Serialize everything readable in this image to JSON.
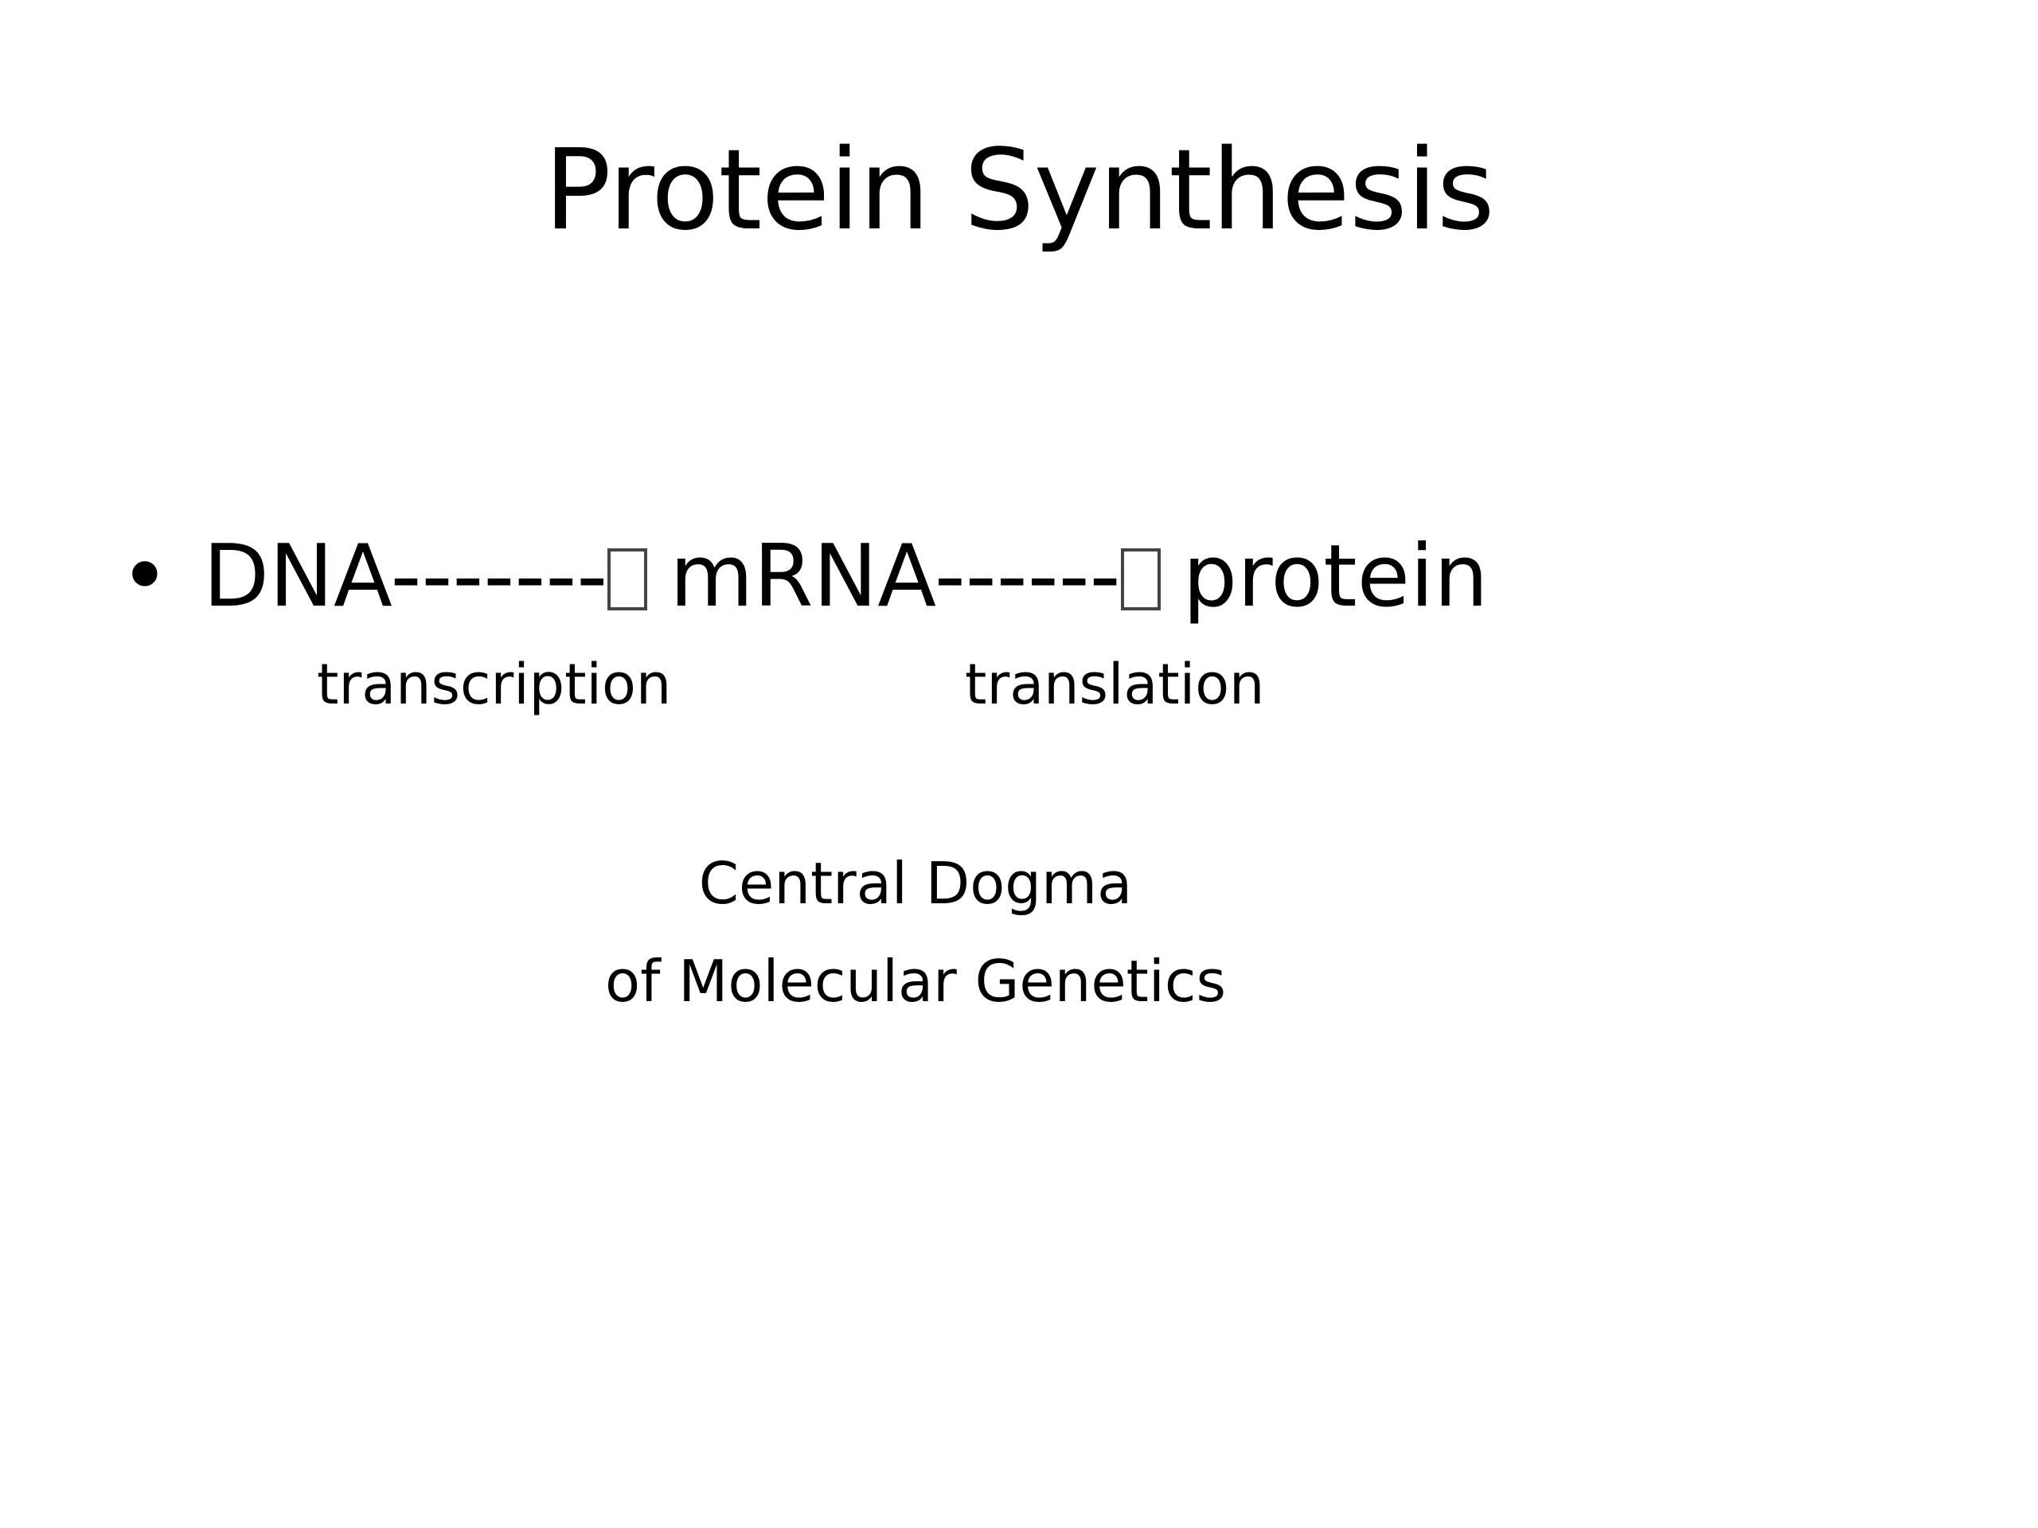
{
  "slide": {
    "title": "Protein Synthesis",
    "bullet": {
      "marker": "•",
      "flow": {
        "term_1": "DNA",
        "arrow_1": "-------",
        "term_2": "mRNA",
        "arrow_2": "------",
        "term_3": "protein"
      },
      "missing_glyph_icon": "unrendered-arrow-glyph-box"
    },
    "steps": {
      "first": "transcription",
      "second": "translation"
    },
    "caption": {
      "line_1": "Central Dogma",
      "line_2": "of Molecular Genetics"
    }
  }
}
